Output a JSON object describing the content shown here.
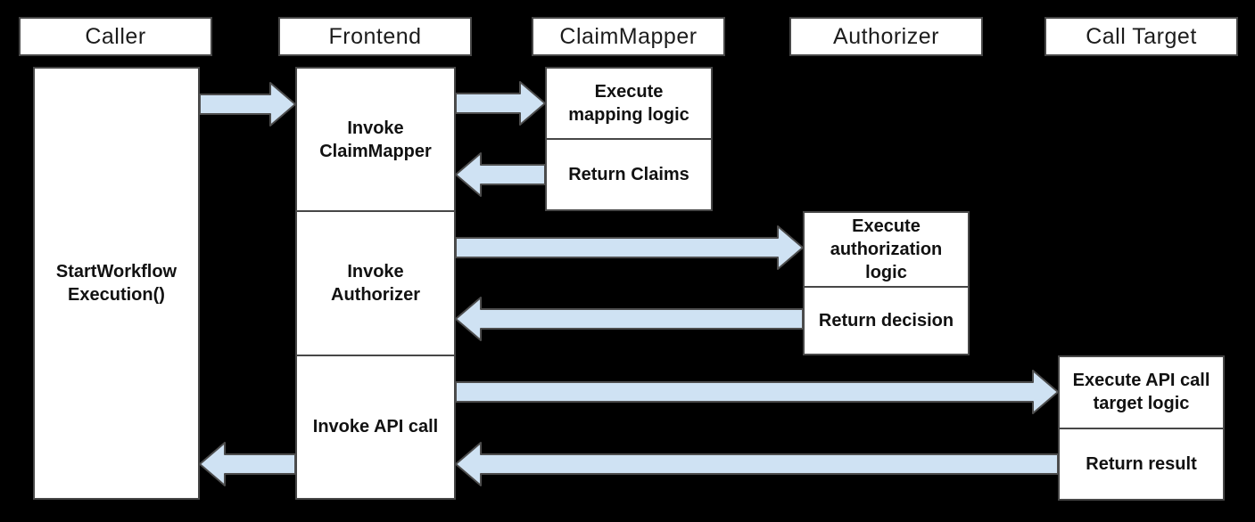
{
  "colors": {
    "background": "#000000",
    "box_fill": "#ffffff",
    "box_border": "#474747",
    "arrow_fill": "#cfe2f3",
    "arrow_stroke": "#4d4d4d",
    "text": "#111111"
  },
  "diagram": {
    "type": "sequence-diagram",
    "lanes": [
      {
        "id": "caller",
        "label": "Caller"
      },
      {
        "id": "frontend",
        "label": "Frontend"
      },
      {
        "id": "claimmapper",
        "label": "ClaimMapper"
      },
      {
        "id": "authorizer",
        "label": "Authorizer"
      },
      {
        "id": "calltarget",
        "label": "Call Target"
      }
    ],
    "activations": {
      "caller": {
        "label": "StartWorkflow\nExecution()"
      },
      "frontend": {
        "steps": [
          {
            "label": "Invoke\nClaimMapper"
          },
          {
            "label": "Invoke\nAuthorizer"
          },
          {
            "label": "Invoke API call"
          }
        ]
      },
      "claimmapper": {
        "steps": [
          {
            "label": "Execute\nmapping logic"
          },
          {
            "label": "Return Claims"
          }
        ]
      },
      "authorizer": {
        "steps": [
          {
            "label": "Execute\nauthorization\nlogic"
          },
          {
            "label": "Return decision"
          }
        ]
      },
      "calltarget": {
        "steps": [
          {
            "label": "Execute API call\ntarget logic"
          },
          {
            "label": "Return result"
          }
        ]
      }
    },
    "edges": [
      {
        "from": "Caller",
        "to": "Frontend",
        "direction": "right"
      },
      {
        "from": "Frontend",
        "to": "ClaimMapper",
        "direction": "right"
      },
      {
        "from": "ClaimMapper",
        "to": "Frontend",
        "direction": "left"
      },
      {
        "from": "Frontend",
        "to": "Authorizer",
        "direction": "right"
      },
      {
        "from": "Authorizer",
        "to": "Frontend",
        "direction": "left"
      },
      {
        "from": "Frontend",
        "to": "Call Target",
        "direction": "right"
      },
      {
        "from": "Call Target",
        "to": "Frontend",
        "direction": "left"
      },
      {
        "from": "Frontend",
        "to": "Caller",
        "direction": "left"
      }
    ]
  }
}
